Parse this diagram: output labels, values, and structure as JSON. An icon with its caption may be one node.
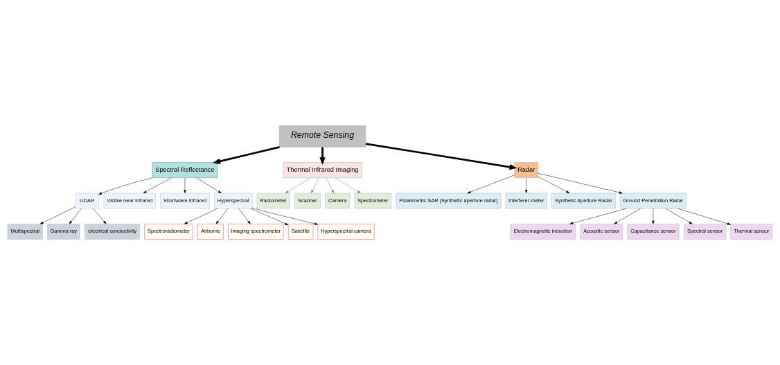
{
  "diagram": {
    "nodes": [
      {
        "text": [
          "Remote Sensing"
        ]
      },
      {
        "text": [
          "Spectral Reflectance"
        ]
      },
      {
        "text": [
          "Thermal Infrared Imaging"
        ]
      },
      {
        "text": [
          "Radar"
        ]
      },
      {
        "text": [
          "LiDAR"
        ]
      },
      {
        "text": [
          "Visible near Infrared"
        ]
      },
      {
        "text": [
          "Shortwave Infrared"
        ]
      },
      {
        "text": [
          "Hyperspectral"
        ]
      },
      {
        "text": [
          "Radiometer"
        ]
      },
      {
        "text": [
          "Scanner"
        ]
      },
      {
        "text": [
          "Camera"
        ]
      },
      {
        "text": [
          "Spectrometer"
        ]
      },
      {
        "text": [
          "Polarimetric SAR (Synthetic aperture radar)"
        ]
      },
      {
        "text": [
          "Interferer-meter"
        ]
      },
      {
        "text": [
          "Synthetic Aperture Radar"
        ]
      },
      {
        "text": [
          "Ground Penetration Radar"
        ]
      },
      {
        "text": [
          "Multispectral"
        ]
      },
      {
        "text": [
          "Gamma ray"
        ]
      },
      {
        "text": [
          "electrical conductivity"
        ]
      },
      {
        "text": [
          "Spectroradiometer"
        ]
      },
      {
        "text": [
          "Airborne"
        ]
      },
      {
        "text": [
          "Imaging spectrometer"
        ]
      },
      {
        "text": [
          "Satellite"
        ]
      },
      {
        "text": [
          "Hyperspectral camera"
        ]
      },
      {
        "text": [
          "Electromagnetic induction"
        ]
      },
      {
        "text": [
          "Acoustic sensor"
        ]
      },
      {
        "text": [
          "Capacitance sensor"
        ]
      },
      {
        "text": [
          "Spectral sensor"
        ]
      },
      {
        "text": [
          "Thermal sensor"
        ]
      }
    ],
    "edges": [
      {
        "from": 0,
        "to": 1,
        "arrow": "to",
        "style": "thick"
      },
      {
        "from": 0,
        "to": 2,
        "arrow": "to",
        "style": "thick"
      },
      {
        "from": 0,
        "to": 3,
        "arrow": "to",
        "style": "thick"
      },
      {
        "from": 1,
        "to": 4,
        "arrow": "to"
      },
      {
        "from": 1,
        "to": 5,
        "arrow": "to"
      },
      {
        "from": 1,
        "to": 6,
        "arrow": "to"
      },
      {
        "from": 1,
        "to": 7,
        "arrow": "to"
      },
      {
        "from": 2,
        "to": 8,
        "arrow": "to",
        "color": "#808080"
      },
      {
        "from": 2,
        "to": 9,
        "arrow": "to",
        "color": "#808080"
      },
      {
        "from": 2,
        "to": 10,
        "arrow": "to",
        "color": "#808080"
      },
      {
        "from": 2,
        "to": 11,
        "arrow": "to",
        "color": "#808080"
      },
      {
        "from": 3,
        "to": 12,
        "arrow": "to"
      },
      {
        "from": 3,
        "to": 13,
        "arrow": "to"
      },
      {
        "from": 3,
        "to": 14,
        "arrow": "to"
      },
      {
        "from": 3,
        "to": 15,
        "arrow": "to"
      },
      {
        "from": 4,
        "to": 16,
        "arrow": "to"
      },
      {
        "from": 4,
        "to": 17,
        "arrow": "to"
      },
      {
        "from": 4,
        "to": 18,
        "arrow": "to"
      },
      {
        "from": 7,
        "to": 19,
        "arrow": "to"
      },
      {
        "from": 7,
        "to": 20,
        "arrow": "to"
      },
      {
        "from": 7,
        "to": 21,
        "arrow": "to"
      },
      {
        "from": 7,
        "to": 22,
        "arrow": "to"
      },
      {
        "from": 7,
        "to": 23,
        "arrow": "to"
      },
      {
        "from": 15,
        "to": 24,
        "arrow": "to"
      },
      {
        "from": 15,
        "to": 25,
        "arrow": "to"
      },
      {
        "from": 15,
        "to": 26,
        "arrow": "to"
      },
      {
        "from": 15,
        "to": 27,
        "arrow": "to"
      },
      {
        "from": 15,
        "to": 28,
        "arrow": "to"
      }
    ]
  }
}
